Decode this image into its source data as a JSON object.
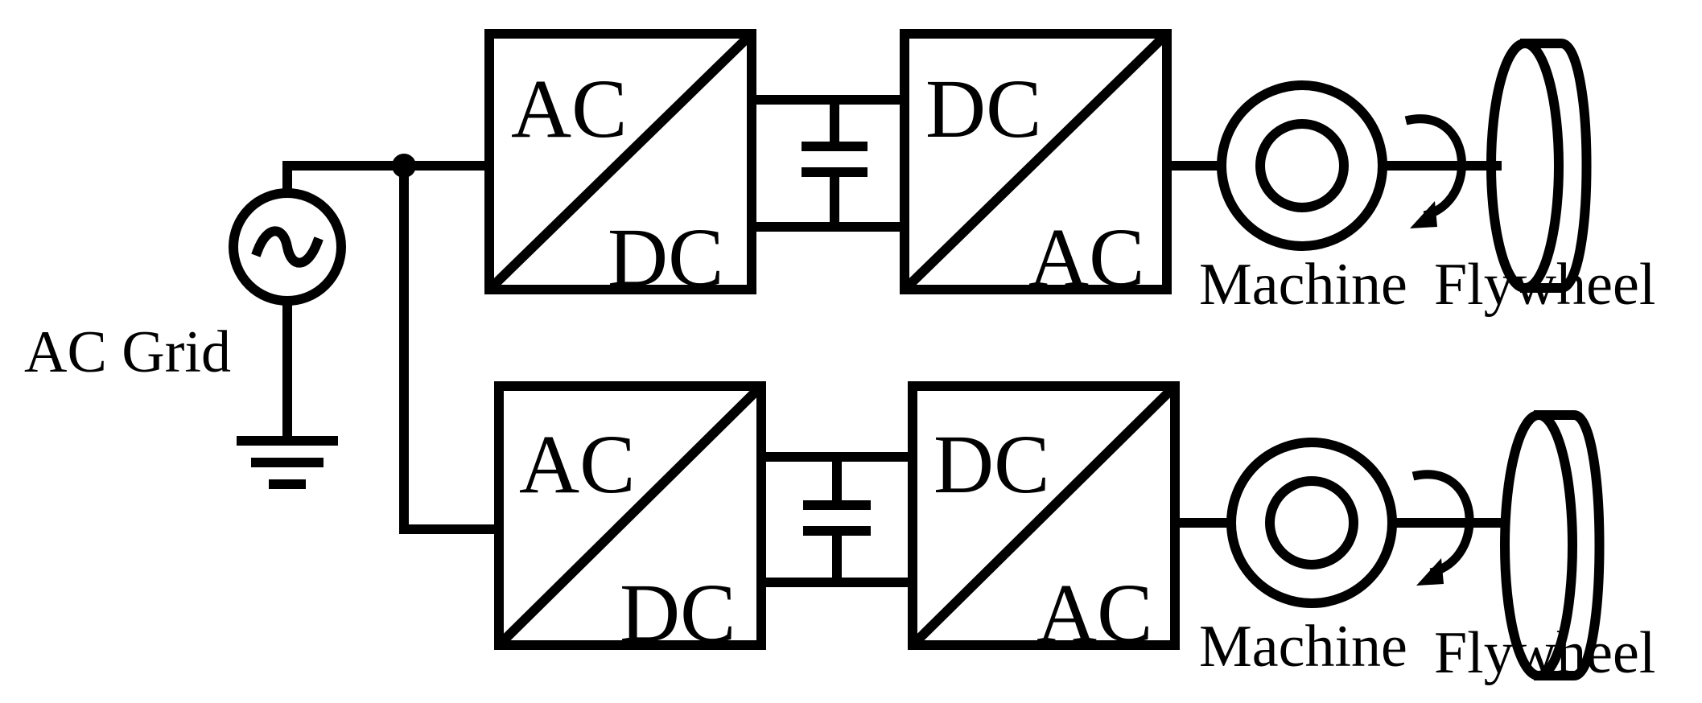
{
  "source": {
    "label": "AC Grid"
  },
  "branches": [
    {
      "rectifier": {
        "top": "AC",
        "bottom": "DC"
      },
      "inverter": {
        "top": "DC",
        "bottom": "AC"
      },
      "machine_label": "Machine",
      "flywheel_label": "Flywheel"
    },
    {
      "rectifier": {
        "top": "AC",
        "bottom": "DC"
      },
      "inverter": {
        "top": "DC",
        "bottom": "AC"
      },
      "machine_label": "Machine",
      "flywheel_label": "Flywheel"
    }
  ],
  "icons": [
    "ac-source-icon",
    "ground-icon",
    "capacitor-icon",
    "machine-icon",
    "rotation-arrow-icon",
    "flywheel-icon"
  ]
}
